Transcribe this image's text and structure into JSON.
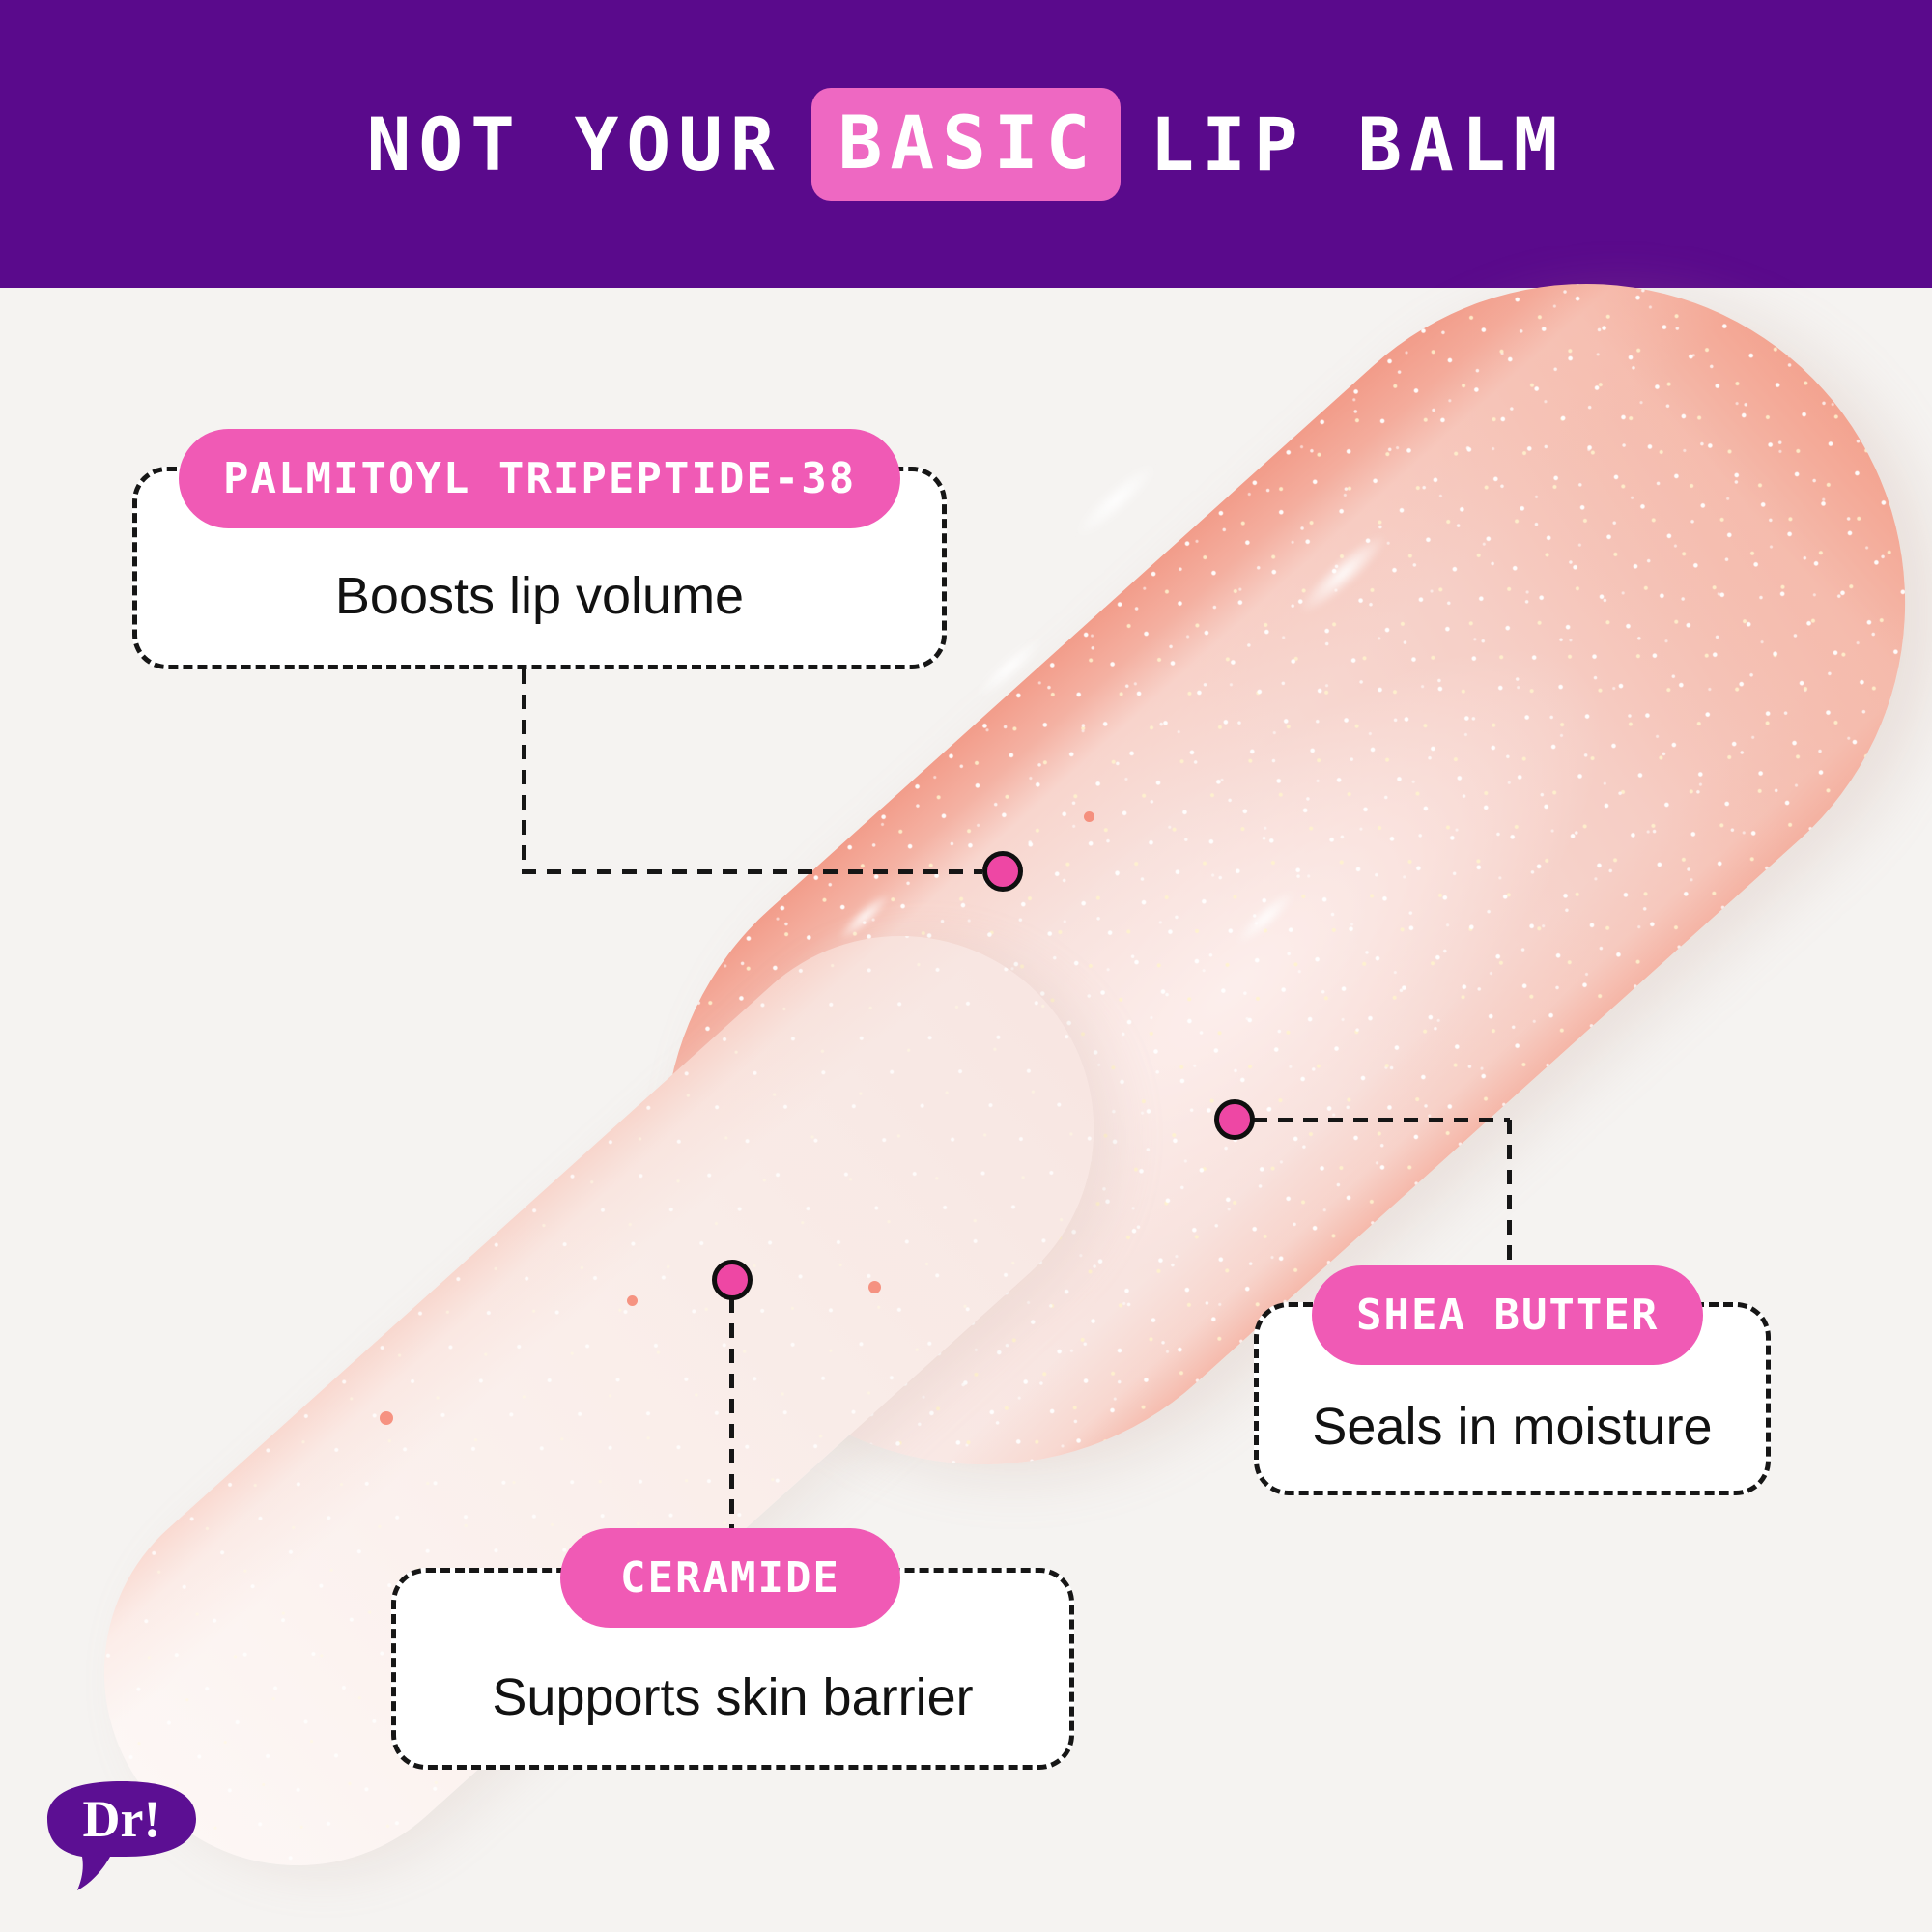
{
  "header": {
    "title_pre": "NOT YOUR",
    "title_highlight": "BASIC",
    "title_post": "LIP BALM"
  },
  "callouts": [
    {
      "id": "palmitoyl",
      "ingredient": "PALMITOYL TRIPEPTIDE-38",
      "benefit": "Boosts lip volume"
    },
    {
      "id": "shea",
      "ingredient": "SHEA BUTTER",
      "benefit": "Seals in moisture"
    },
    {
      "id": "ceramide",
      "ingredient": "CERAMIDE",
      "benefit": "Supports skin barrier"
    }
  ],
  "logo": {
    "text": "Dr!"
  },
  "colors": {
    "bg": "#f5f3f1",
    "header_bg": "#5a0a8c",
    "chip_bg": "#ee68c2",
    "pill_bg": "#f05ab5",
    "dot_fill": "#ee47a4",
    "ink": "#161616",
    "benefit_ink": "#121212",
    "logo_purple": "#5c0f93",
    "coral": "#f2a18e",
    "pale": "#f8ded9"
  }
}
